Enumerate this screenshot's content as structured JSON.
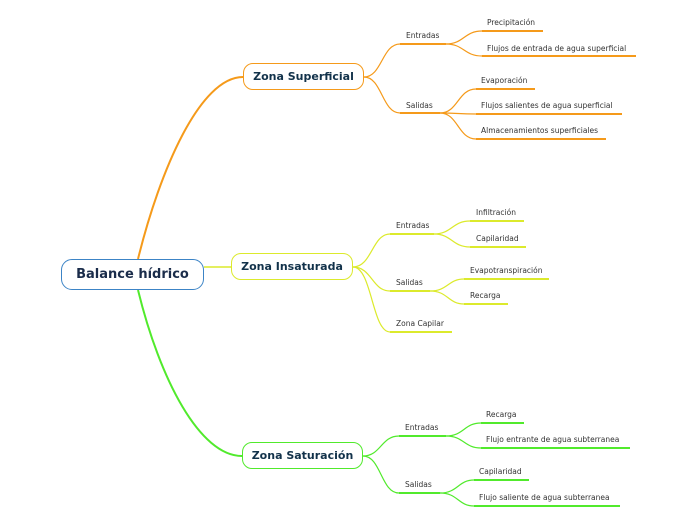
{
  "root": {
    "label": "Balance hídrico"
  },
  "colors": {
    "root": "#3c84c6",
    "orange": "#f59a1a",
    "yellow": "#dcea2c",
    "green": "#51ea2c"
  },
  "branches": [
    {
      "label": "Zona Superficial",
      "groups": [
        {
          "label": "Entradas",
          "items": [
            "Precipitación",
            "Flujos de entrada de agua superficial"
          ]
        },
        {
          "label": "Salidas",
          "items": [
            "Evaporación",
            "Flujos salientes de agua superficial",
            "Almacenamientos superficiales"
          ]
        }
      ]
    },
    {
      "label": "Zona Insaturada",
      "groups": [
        {
          "label": "Entradas",
          "items": [
            "Infiltración",
            "Capilaridad"
          ]
        },
        {
          "label": "Salidas",
          "items": [
            "Evapotranspiración",
            "Recarga"
          ]
        },
        {
          "label": "Zona Capilar",
          "items": []
        }
      ]
    },
    {
      "label": "Zona Saturación",
      "groups": [
        {
          "label": "Entradas",
          "items": [
            "Recarga",
            "Flujo entrante de agua subterranea"
          ]
        },
        {
          "label": "Salidas",
          "items": [
            "Capilaridad",
            "Flujo saliente de agua subterranea"
          ]
        }
      ]
    }
  ]
}
